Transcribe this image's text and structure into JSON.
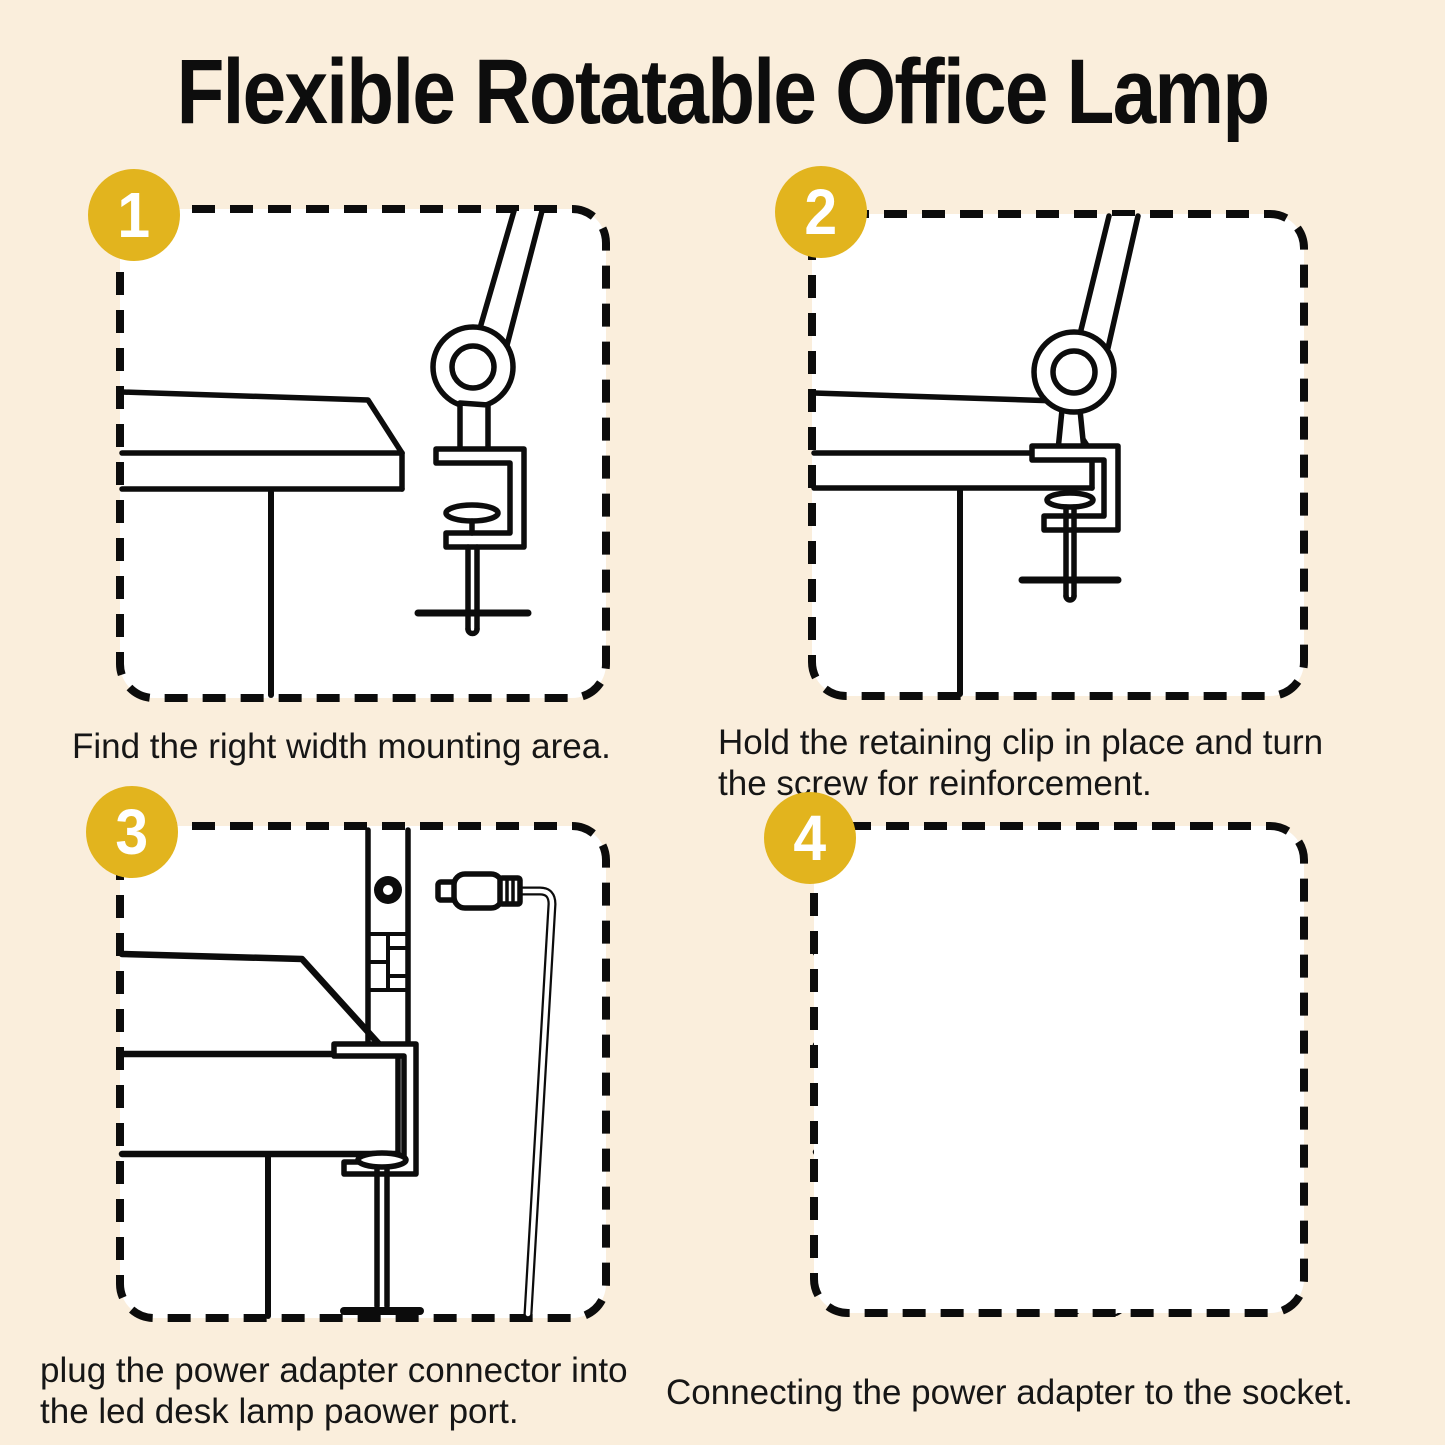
{
  "title": "Flexible Rotatable Office Lamp",
  "colors": {
    "background": "#faeedc",
    "panel": "#ffffff",
    "line": "#0c0c0c",
    "accent": "#e2b41e",
    "wall": "#e4e4e4",
    "text": "#161616"
  },
  "steps": [
    {
      "number": "1",
      "lines": [
        "Find the right width mounting area."
      ]
    },
    {
      "number": "2",
      "lines": [
        "Hold the retaining clip in place and turn",
        "the screw for reinforcement."
      ]
    },
    {
      "number": "3",
      "lines": [
        "plug the power adapter connector into",
        "the led desk lamp paower port."
      ]
    },
    {
      "number": "4",
      "lines": [
        "Connecting the power adapter to the socket."
      ]
    }
  ]
}
